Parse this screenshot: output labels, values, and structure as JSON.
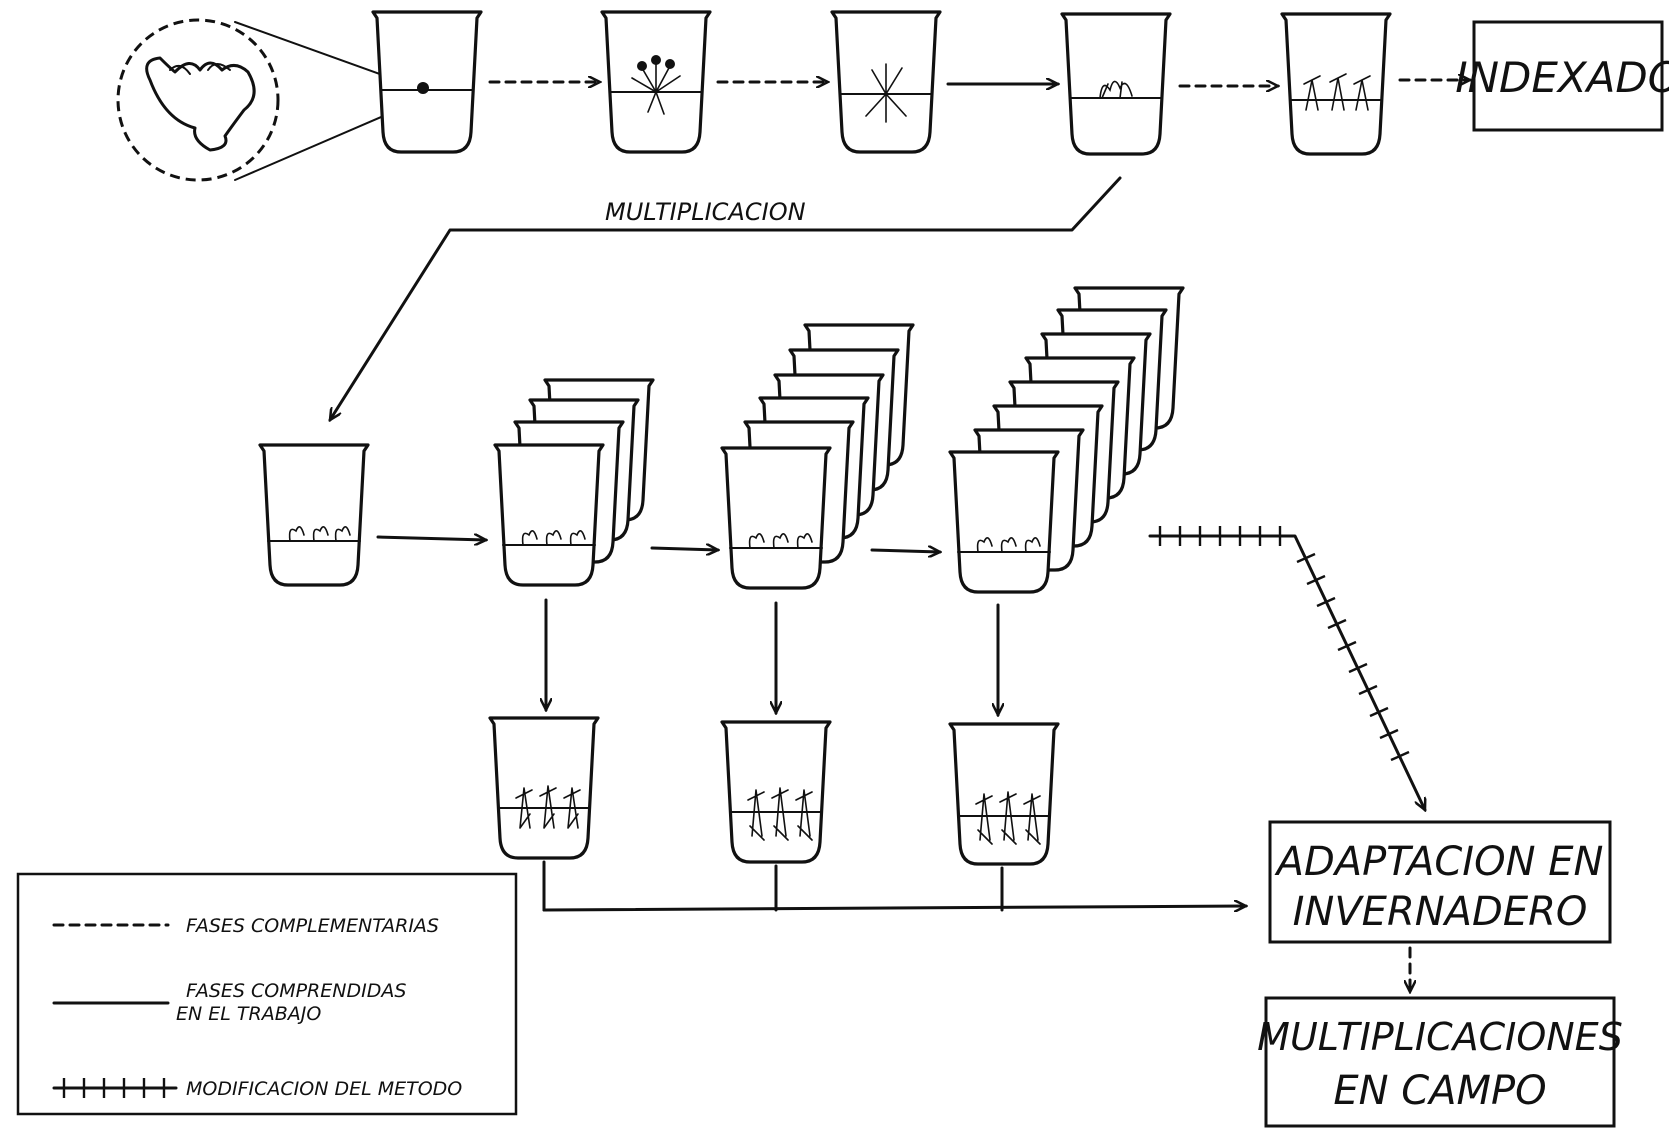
{
  "boxes": {
    "indexado": "INDEXADO",
    "adaptacion_line1": "ADAPTACION EN",
    "adaptacion_line2": "INVERNADERO",
    "multiplicaciones_line1": "MULTIPLICACIONES",
    "multiplicaciones_line2": "EN CAMPO"
  },
  "labels": {
    "multiplicacion": "MULTIPLICACION"
  },
  "legend": {
    "complementarias": "FASES COMPLEMENTARIAS",
    "comprendidas_line1": "FASES COMPRENDIDAS",
    "comprendidas_line2": "EN EL TRABAJO",
    "modificacion": "MODIFICACION DEL METODO"
  }
}
